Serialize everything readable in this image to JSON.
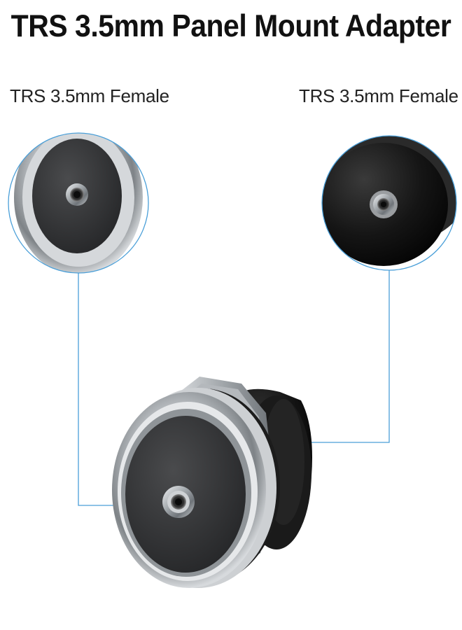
{
  "title": "TRS 3.5mm Panel Mount Adapter",
  "labels": {
    "left": "TRS 3.5mm Female",
    "right": "TRS 3.5mm Female"
  },
  "colors": {
    "callout_line": "#4a9fd8",
    "metal": "#b8bcc0",
    "dark_face": "#2e2f31",
    "black_body": "#141414"
  }
}
